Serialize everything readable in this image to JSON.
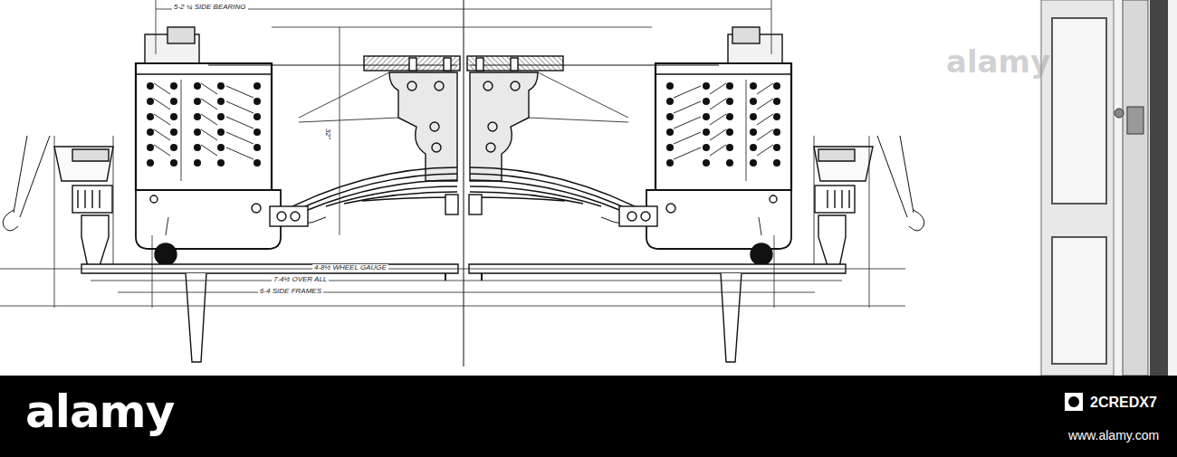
{
  "diagram": {
    "labels": [
      "5-2 ¼ SIDE BEARING",
      "32\"",
      "4-8½ WHEEL GAUGE",
      "7-4½ OVER ALL",
      "6-4 SIDE FRAMES",
      "alamy",
      "alamy",
      "2CREDX7",
      "www.alamy.com"
    ]
  }
}
